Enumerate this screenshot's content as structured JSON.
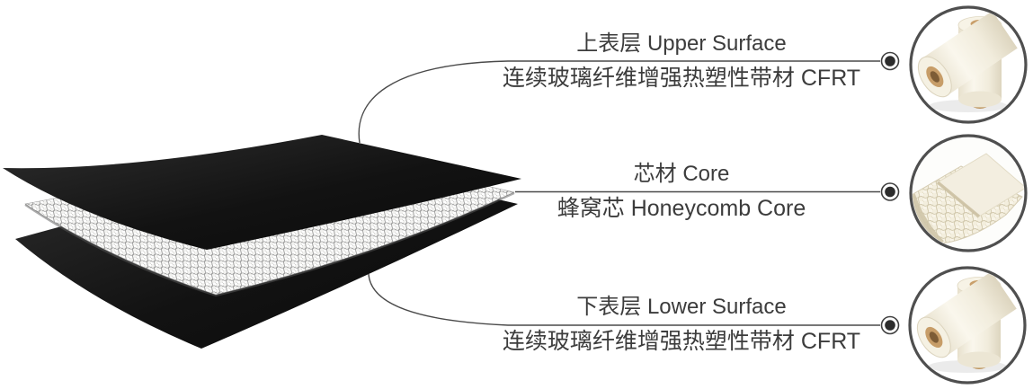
{
  "diagram": {
    "title_hidden": "",
    "callouts": [
      {
        "id": "upper-surface",
        "title": "上表层 Upper Surface",
        "subtitle": "连续玻璃纤维增强热塑性带材 CFRT",
        "photo": "cfrt-tape-rolls-photo"
      },
      {
        "id": "core",
        "title": "芯材 Core",
        "subtitle": "蜂窝芯 Honeycomb Core",
        "photo": "honeycomb-core-photo"
      },
      {
        "id": "lower-surface",
        "title": "下表层 Lower Surface",
        "subtitle": "连续玻璃纤维增强热塑性带材 CFRT",
        "photo": "cfrt-tape-rolls-photo"
      }
    ],
    "colors": {
      "text": "#3c3c3c",
      "callout_line": "#4a4a4a",
      "sheet_black": "#141414",
      "marker_dot": "#2c2c2c",
      "photo_circle_border": "#4f4f4f",
      "roll_cream": "#f3efe1",
      "roll_core_tan": "#c79d68",
      "honeycomb_beige": "#f3eedd"
    }
  }
}
